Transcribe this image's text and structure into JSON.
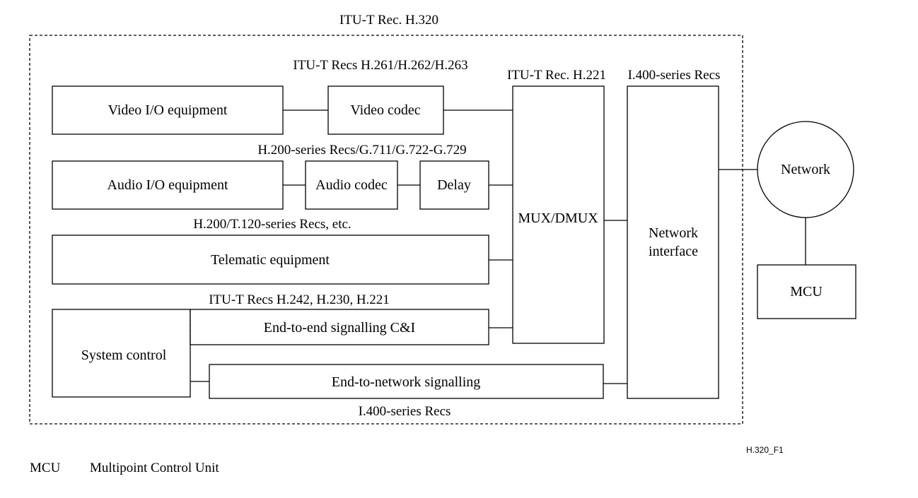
{
  "frame_title": "ITU-T Rec. H.320",
  "rec_labels": {
    "video_recs": "ITU-T Recs H.261/H.262/H.263",
    "mux_rec": "ITU-T Rec. H.221",
    "network_interface_recs": "I.400-series Recs",
    "audio_recs": "H.200-series Recs/G.711/G.722-G.729",
    "telematic_recs": "H.200/T.120-series Recs, etc.",
    "control_recs": "ITU-T Recs H.242, H.230, H.221",
    "signalling_recs": "I.400-series Recs"
  },
  "boxes": {
    "video_io": "Video I/O equipment",
    "video_codec": "Video codec",
    "audio_io": "Audio I/O equipment",
    "audio_codec": "Audio codec",
    "delay": "Delay",
    "telematic": "Telematic equipment",
    "system_control": "System control",
    "end_to_end": "End-to-end signalling C&I",
    "end_to_network": "End-to-network signalling",
    "mux": "MUX/DMUX",
    "network_interface_line1": "Network",
    "network_interface_line2": "interface",
    "network": "Network",
    "mcu": "MCU"
  },
  "figure_id": "H.320_F1",
  "legend": {
    "abbr": "MCU",
    "definition": "Multipoint Control Unit"
  }
}
